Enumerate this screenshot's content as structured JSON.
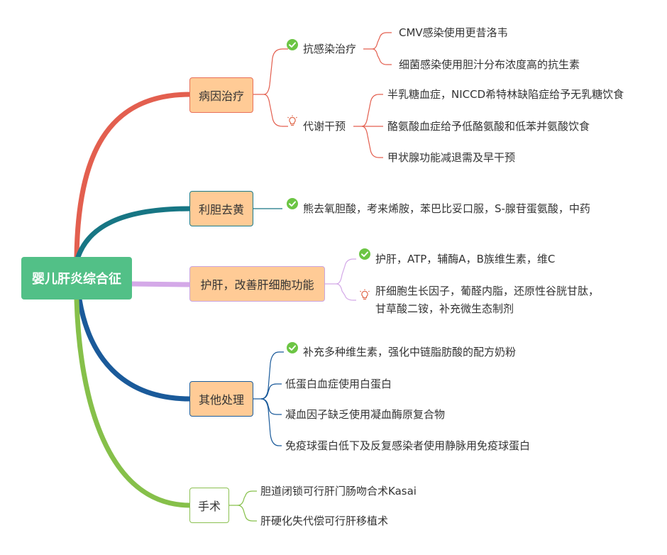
{
  "root": {
    "label": "婴儿肝炎综合征"
  },
  "branches": [
    {
      "label": "病因治疗",
      "items": [
        {
          "label": "抗感染治疗",
          "icon": "check-icon",
          "children": [
            "CMV感染使用更昔洛韦",
            "细菌感染使用胆汁分布浓度高的抗生素"
          ]
        },
        {
          "label": "代谢干预",
          "icon": "lightbulb-icon",
          "children": [
            "半乳糖血症，NICCD希特林缺陷症给予无乳糖饮食",
            "酪氨酸血症给予低酪氨酸和低苯并氨酸饮食",
            "甲状腺功能减退需及早干预"
          ]
        }
      ]
    },
    {
      "label": "利胆去黄",
      "items": [
        {
          "label": "熊去氧胆酸，考来烯胺，苯巴比妥口服，S-腺苷蛋氨酸，中药",
          "icon": "check-icon"
        }
      ]
    },
    {
      "label": "护肝，改善肝细胞功能",
      "items": [
        {
          "label": "护肝，ATP，辅酶A，B族维生素，维C",
          "icon": "check-icon"
        },
        {
          "lines": [
            "肝细胞生长因子，葡醛内脂，还原性谷胱甘肽，",
            "甘草酸二铵，补充微生态制剂"
          ],
          "icon": "lightbulb-icon"
        }
      ]
    },
    {
      "label": "其他处理",
      "items": [
        {
          "label": "补充多种维生素，强化中链脂肪酸的配方奶粉",
          "icon": "check-icon"
        },
        {
          "label": "低蛋白血症使用白蛋白"
        },
        {
          "label": "凝血因子缺乏使用凝血酶原复合物"
        },
        {
          "label": "免疫球蛋白低下及反复感染者使用静脉用免疫球蛋白"
        }
      ]
    },
    {
      "label": "手术",
      "items": [
        {
          "label": "胆道闭锁可行肝门肠吻合术Kasai"
        },
        {
          "label": "肝硬化失代偿可行肝移植术"
        }
      ]
    }
  ],
  "colors": {
    "root": "#52c087",
    "branch_fill": "#ffcb96",
    "line_red": "#e35f4f",
    "line_teal": "#177684",
    "line_purple": "#d4a9e8",
    "line_blue": "#1a5a9a",
    "line_green": "#86c04a",
    "check": "#6cc544",
    "bulb": "#e06a4d"
  }
}
